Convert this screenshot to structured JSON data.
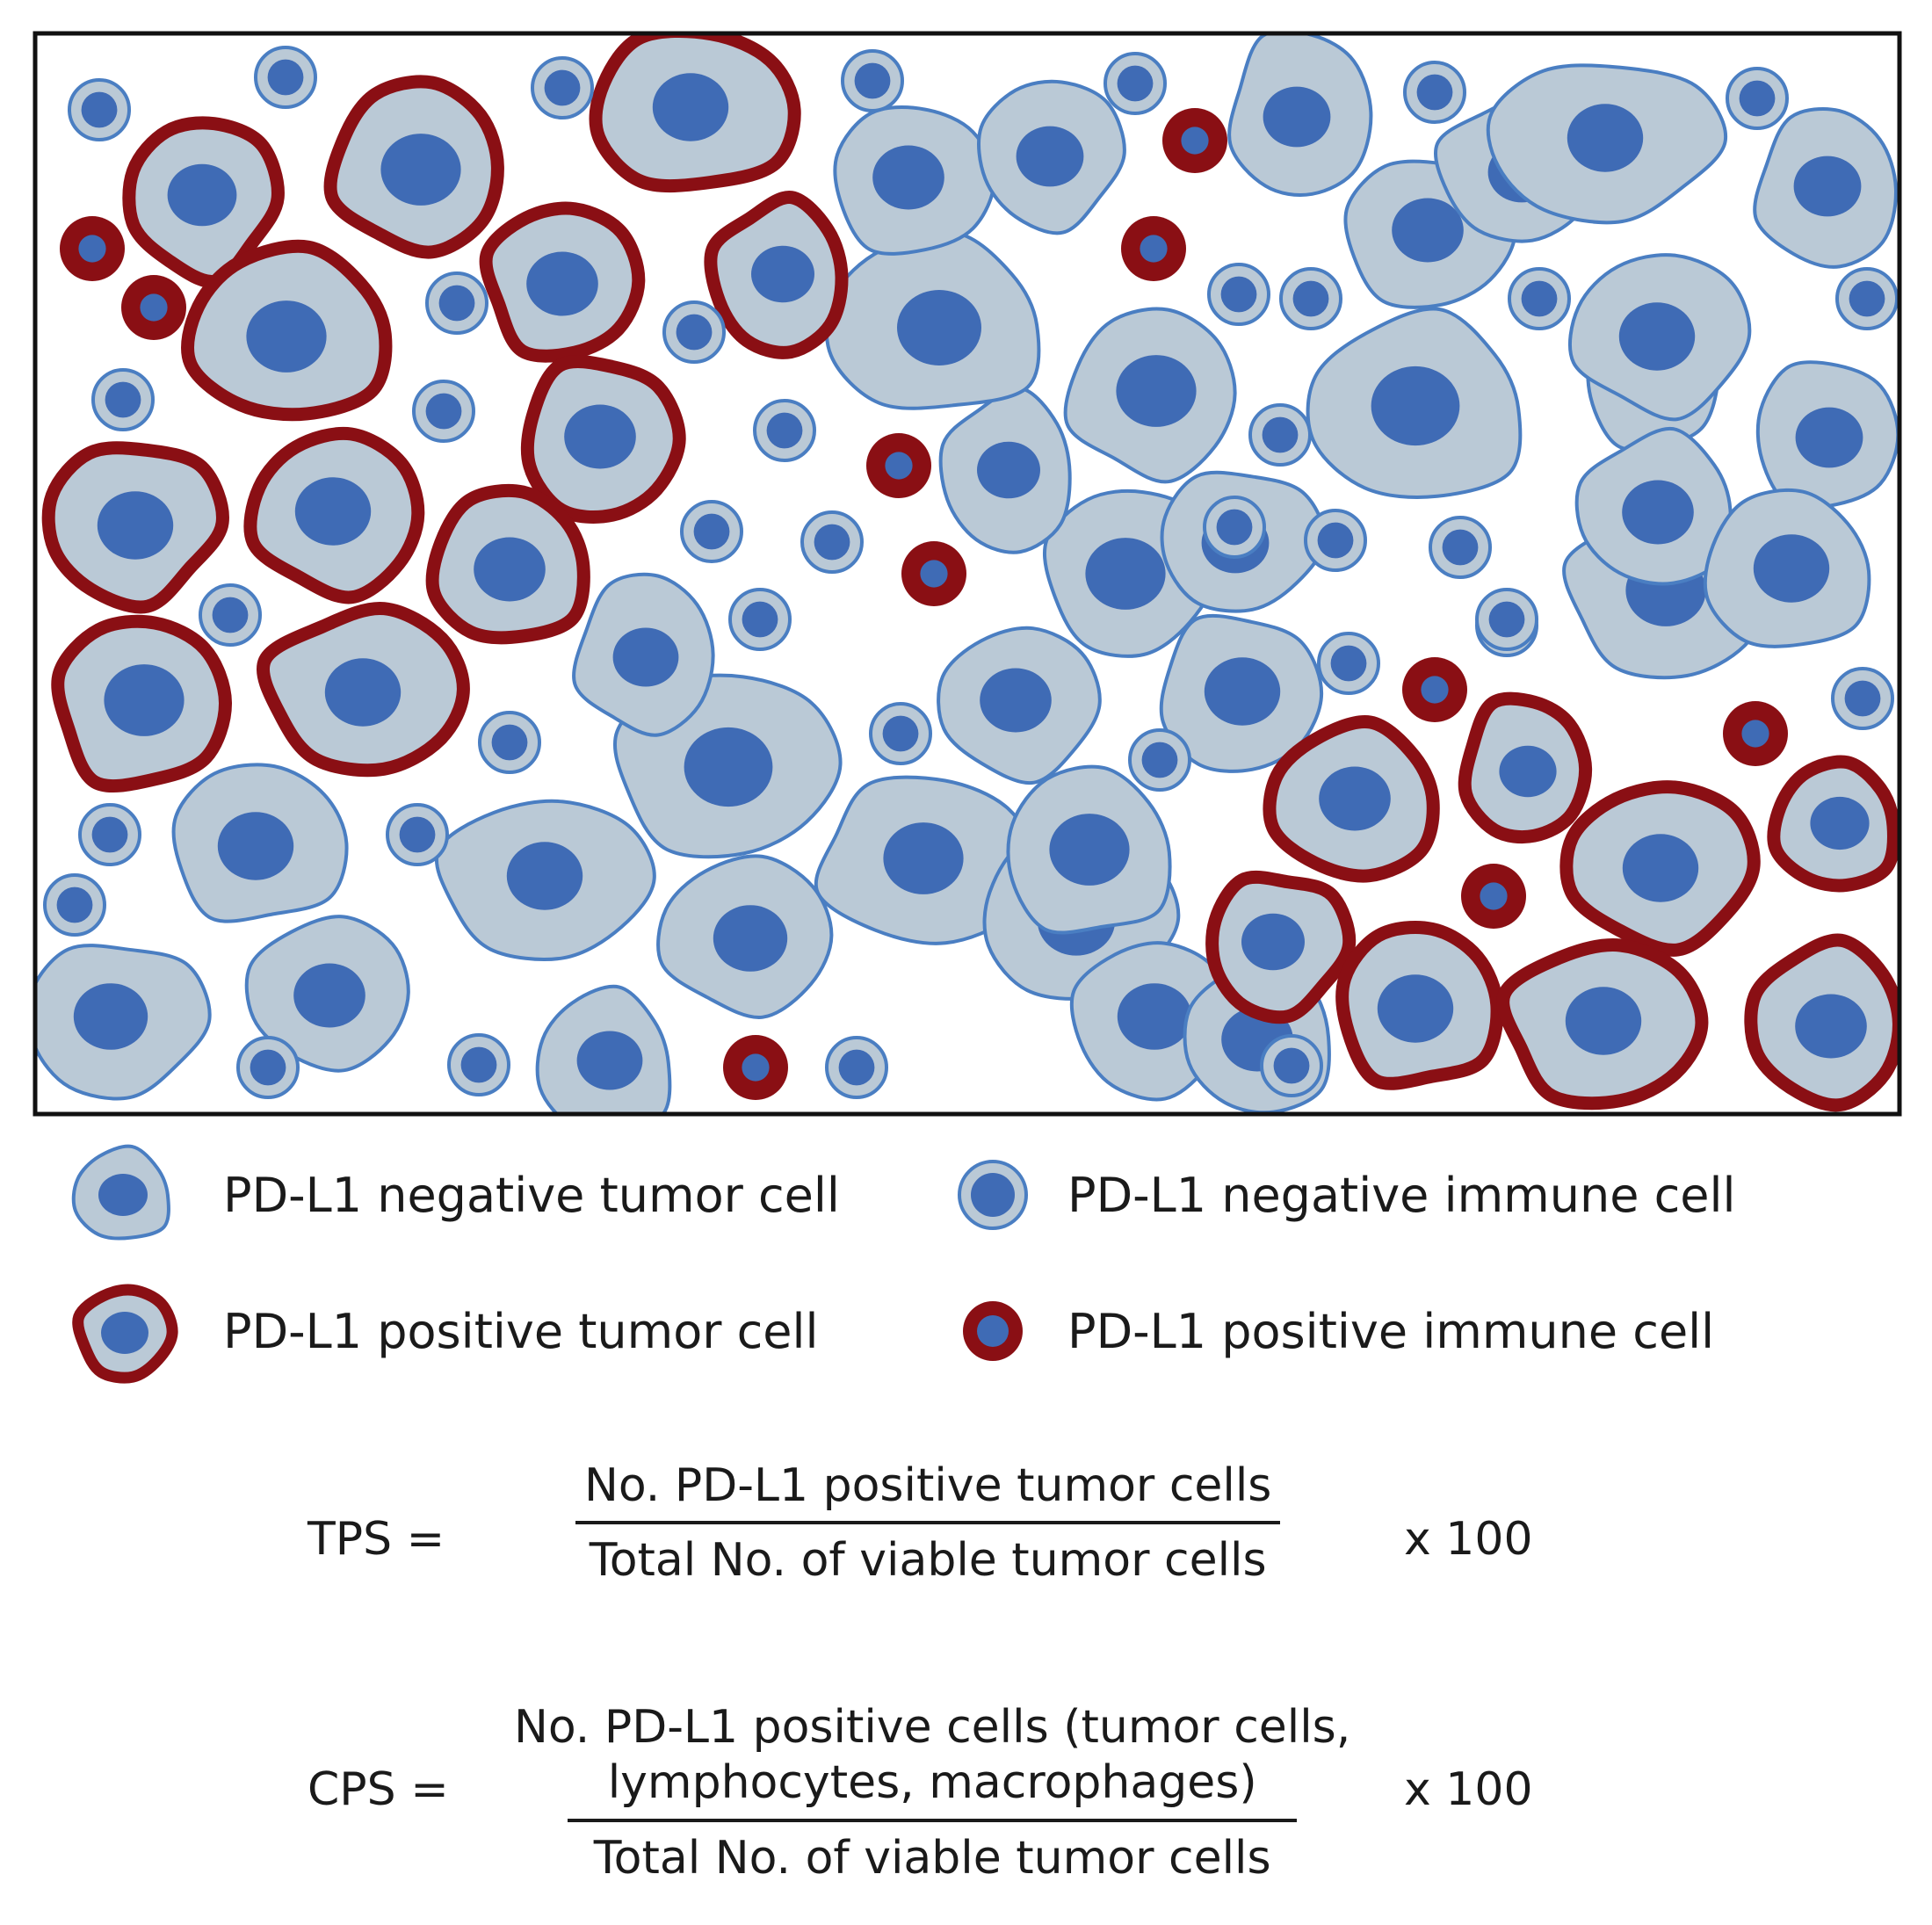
{
  "colors": {
    "cytoplasm": "#bac9d6",
    "membrane_negative": "#4a7ec2",
    "nucleus": "#3f6bb5",
    "membrane_positive": "#8a0f14",
    "frame": "#111111"
  },
  "legend": {
    "neg_tumor": "PD-L1 negative tumor cell",
    "neg_immune": "PD-L1 negative immune cell",
    "pos_tumor": "PD-L1 positive tumor cell",
    "pos_immune": "PD-L1 positive immune cell"
  },
  "formulas": {
    "tps": {
      "lhs": "TPS  =",
      "numerator": "No. PD-L1 positive tumor cells",
      "denominator": "Total No. of viable tumor cells",
      "multiplier": "x 100"
    },
    "cps": {
      "lhs": "CPS  =",
      "numerator_line1": "No. PD-L1 positive cells (tumor cells,",
      "numerator_line2": "lymphocytes, macrophages)",
      "denominator": "Total No. of viable tumor cells",
      "multiplier": "x 100"
    }
  }
}
